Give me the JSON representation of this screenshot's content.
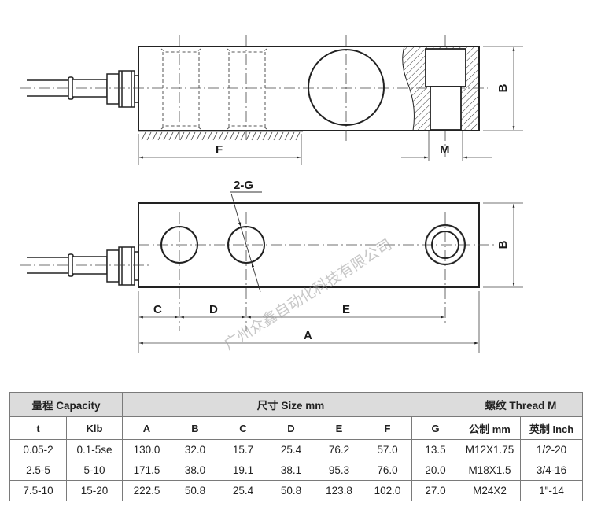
{
  "drawing": {
    "top_view": {
      "labels": {
        "F": "F",
        "M": "M",
        "B": "B"
      }
    },
    "bottom_view": {
      "labels": {
        "hole": "2-G",
        "C": "C",
        "D": "D",
        "E": "E",
        "A": "A",
        "B": "B"
      }
    },
    "watermark": "广州众鑫自动化科技有限公司"
  },
  "table": {
    "groups": {
      "capacity": "量程 Capacity",
      "size": "尺寸 Size mm",
      "thread": "螺纹 Thread M"
    },
    "columns": [
      "t",
      "Klb",
      "A",
      "B",
      "C",
      "D",
      "E",
      "F",
      "G",
      "公制 mm",
      "英制 Inch"
    ],
    "rows": [
      [
        "0.05-2",
        "0.1-5se",
        "130.0",
        "32.0",
        "15.7",
        "25.4",
        "76.2",
        "57.0",
        "13.5",
        "M12X1.75",
        "1/2-20"
      ],
      [
        "2.5-5",
        "5-10",
        "171.5",
        "38.0",
        "19.1",
        "38.1",
        "95.3",
        "76.0",
        "20.0",
        "M18X1.5",
        "3/4-16"
      ],
      [
        "7.5-10",
        "15-20",
        "222.5",
        "50.8",
        "25.4",
        "50.8",
        "123.8",
        "102.0",
        "27.0",
        "M24X2",
        "1\"-14"
      ]
    ]
  }
}
